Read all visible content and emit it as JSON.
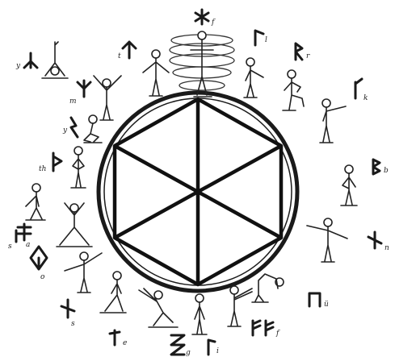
{
  "diagram": {
    "runes": [
      {
        "id": "yr",
        "sub": "y"
      },
      {
        "id": "man",
        "sub": "m"
      },
      {
        "id": "tyr",
        "sub": "t"
      },
      {
        "id": "hagal",
        "sub": "f"
      },
      {
        "id": "laf",
        "sub": "l"
      },
      {
        "id": "rit",
        "sub": "r"
      },
      {
        "id": "ka",
        "sub": "k"
      },
      {
        "id": "bar",
        "sub": "b"
      },
      {
        "id": "not",
        "sub": "n"
      },
      {
        "id": "ur",
        "sub": "ü"
      },
      {
        "id": "fa",
        "sub": "f"
      },
      {
        "id": "is",
        "sub": "i"
      },
      {
        "id": "gibor",
        "sub": "g"
      },
      {
        "id": "eh",
        "sub": "e"
      },
      {
        "id": "sig",
        "sub": "s"
      },
      {
        "id": "othil",
        "sub": "o"
      },
      {
        "id": "os",
        "sub": "a"
      },
      {
        "id": "thorn",
        "sub": "th"
      },
      {
        "id": "ehwaz",
        "sub": "y"
      },
      {
        "id": "sol",
        "sub": "s"
      }
    ]
  }
}
